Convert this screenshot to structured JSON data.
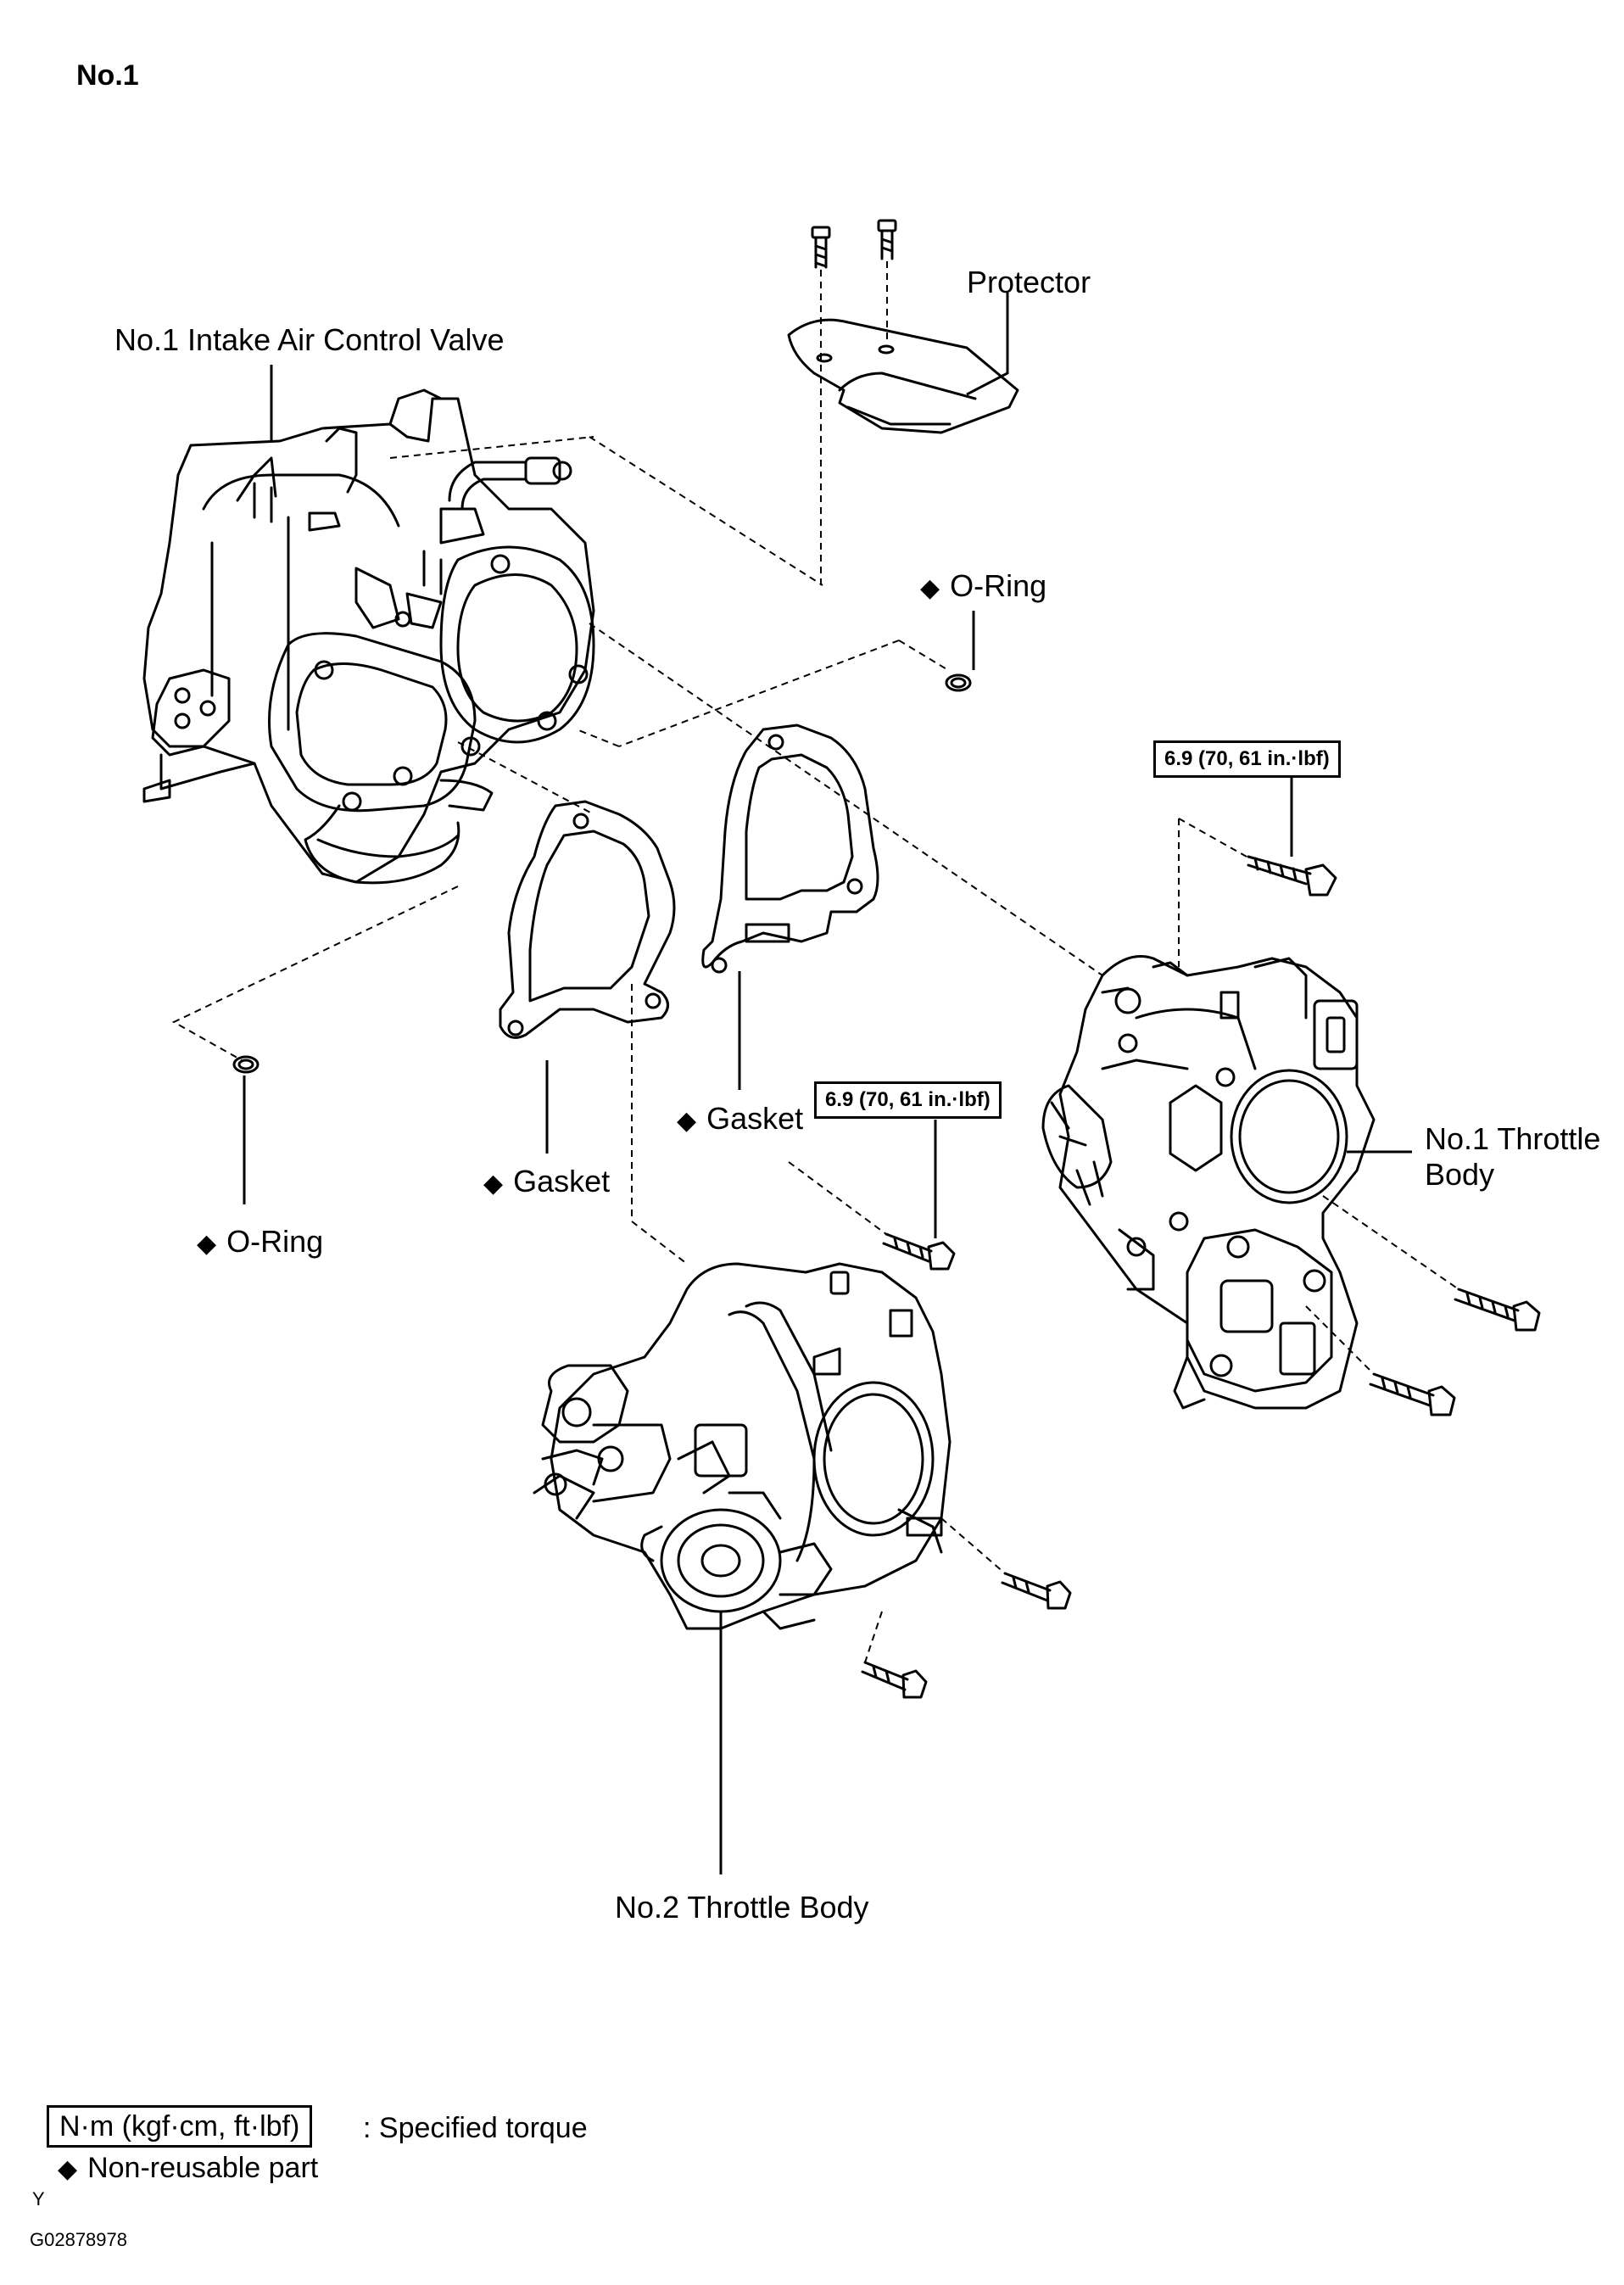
{
  "header": {
    "title": "No.1"
  },
  "labels": {
    "intake_valve": "No.1 Intake Air Control Valve",
    "protector": "Protector",
    "oring_upper": "O-Ring",
    "oring_lower": "O-Ring",
    "gasket_upper": "Gasket",
    "gasket_lower": "Gasket",
    "throttle1_line1": "No.1 Throttle",
    "throttle1_line2": "Body",
    "throttle2": "No.2 Throttle Body"
  },
  "torque": {
    "upper": "6.9 (70, 61 in.·lbf)",
    "middle": "6.9 (70, 61 in.·lbf)"
  },
  "non_reusable_symbol": "◆",
  "legend": {
    "torque_unit": "N·m (kgf·cm, ft·lbf)",
    "torque_desc": ": Specified torque",
    "nonreusable_desc": "Non-reusable part"
  },
  "footer": {
    "code_letter": "Y",
    "figure_id": "G02878978"
  }
}
